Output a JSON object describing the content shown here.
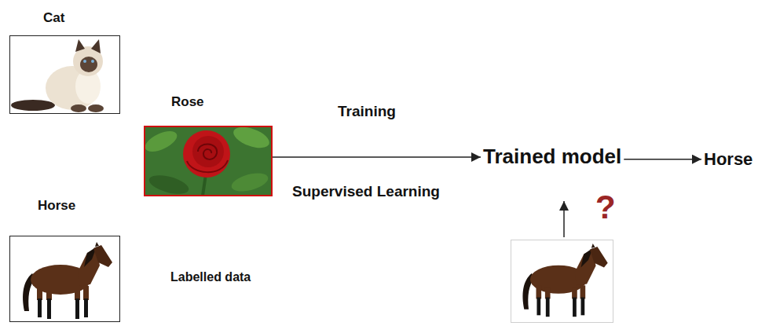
{
  "diagram": {
    "nodes": [
      {
        "text": [
          "Cat"
        ]
      },
      {
        "text": [
          "Rose"
        ]
      },
      {
        "text": [
          "Horse"
        ]
      },
      {
        "text": [
          "Trained model"
        ]
      },
      {
        "text": [
          "Horse"
        ]
      }
    ],
    "edges": [
      {
        "from": 1,
        "to": 3,
        "arrow": "to",
        "label": "Training"
      },
      {
        "from": 3,
        "to": 4,
        "arrow": "to"
      }
    ],
    "labels": [
      "Supervised Learning",
      "Labelled data",
      "?"
    ]
  }
}
